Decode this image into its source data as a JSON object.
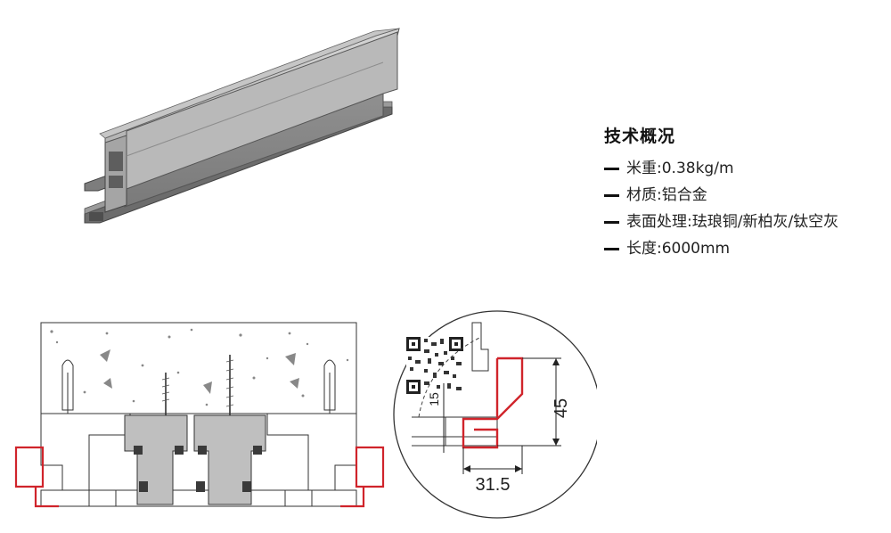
{
  "specs": {
    "title": "技术概况",
    "items": [
      {
        "text": "米重:0.38kg/m"
      },
      {
        "text": "材质:铝合金"
      },
      {
        "text": "表面处理:珐琅铜/新柏灰/钛空灰"
      },
      {
        "text": "长度:6000mm"
      }
    ]
  },
  "detail": {
    "dim_width": "31.5",
    "dim_height": "45",
    "dim_small": "15"
  },
  "colors": {
    "profile_red": "#d0242b",
    "profile_gray": "#8a8a8a",
    "line": "#333333"
  },
  "icons": [
    "qr-code-icon"
  ]
}
